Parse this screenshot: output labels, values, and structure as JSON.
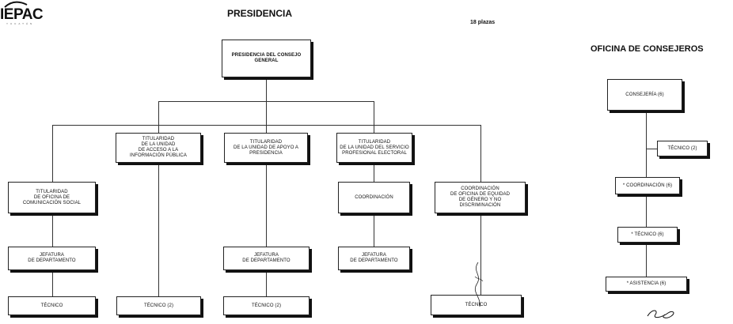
{
  "logo": {
    "text": "IEPAC",
    "subtext": "YUCATÁN"
  },
  "header": {
    "title": "PRESIDENCIA",
    "plazas": "18 plazas",
    "right_title": "OFICINA DE CONSEJEROS"
  },
  "nodes": {
    "root": "PRESIDENCIA DEL CONSEJO\nGENERAL",
    "t_acceso": "TITULARIDAD\nDE LA UNIDAD\nDE ACCESO A LA\nINFORMACIÓN PÚBLICA",
    "t_apoyo": "TITULARIDAD\nDE LA UNIDAD DE APOYO A\nPRESIDENCIA",
    "t_servicio": "TITULARIDAD\nDE LA UNIDAD DEL SERVICIO\nPROFESIONAL ELECTORAL",
    "t_comunicacion": "TITULARIDAD\nDE OFICINA DE\nCOMUNICACIÓN SOCIAL",
    "coordinacion": "COORDINACIÓN",
    "coord_equidad": "COORDINACIÓN\nDE OFICINA DE EQUIDAD\nDE GÉNERO Y NO\nDISCRIMINACIÓN",
    "jef_1": "JEFATURA\nDE DEPARTAMENTO",
    "jef_2": "JEFATURA\nDE DEPARTAMENTO",
    "jef_3": "JEFATURA\nDE DEPARTAMENTO",
    "tec_1": "TÉCNICO",
    "tec_2": "TÉCNICO (2)",
    "tec_3": "TÉCNICO (2)",
    "tec_4": "TÉCNICO"
  },
  "consejeros": {
    "consejeria": "CONSEJERÍA (6)",
    "tecnico_side": "TÉCNICO (2)",
    "coordinacion": "* COORDINACIÓN (6)",
    "tecnico": "* TÉCNICO (6)",
    "asistencia": "* ASISTENCIA (6)"
  }
}
